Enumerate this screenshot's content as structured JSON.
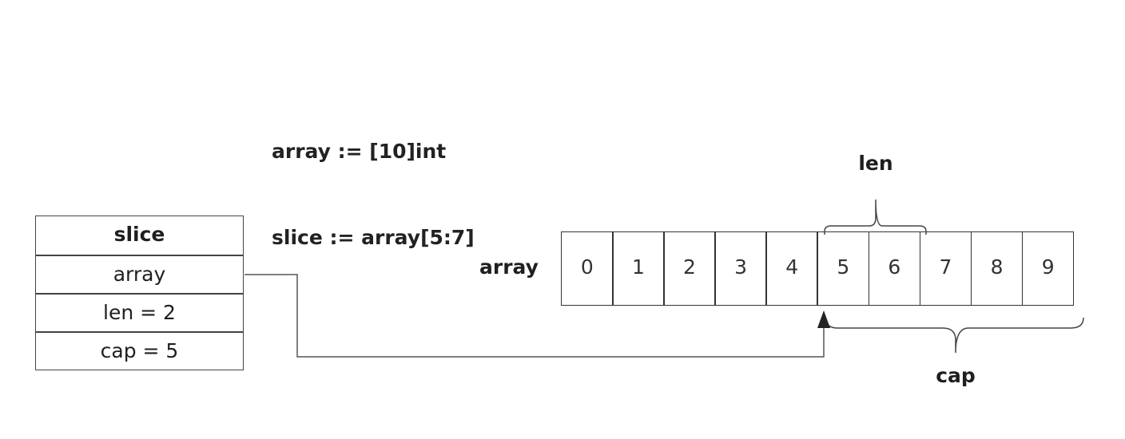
{
  "code": {
    "line1": "array := [10]int",
    "line2": "slice := array[5:7]"
  },
  "slice_struct": {
    "title": "slice",
    "fields": [
      "array",
      "len = 2",
      "cap = 5"
    ]
  },
  "array": {
    "label": "array",
    "cells": [
      "0",
      "1",
      "2",
      "3",
      "4",
      "5",
      "6",
      "7",
      "8",
      "9"
    ]
  },
  "braces": {
    "len_label": "len",
    "cap_label": "cap"
  }
}
